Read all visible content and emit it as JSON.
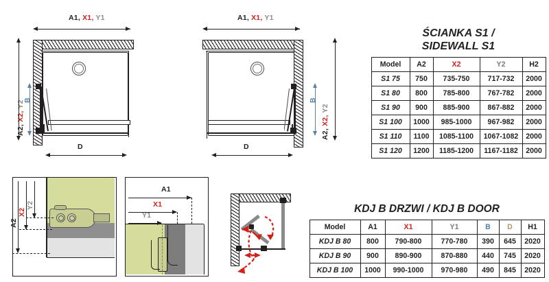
{
  "drawings": {
    "top_left": {
      "name": "plan-view-left-hinge",
      "top_dim": [
        {
          "text": "A1,",
          "color": "dark"
        },
        {
          "text": "X1,",
          "color": "red"
        },
        {
          "text": "Y1",
          "color": "gray"
        }
      ],
      "left_dim": [
        {
          "text": "A2,",
          "color": "dark"
        },
        {
          "text": "X2,",
          "color": "red"
        },
        {
          "text": "Y2",
          "color": "gray"
        }
      ],
      "inner_dim": "B",
      "bottom_dim": "D"
    },
    "top_right": {
      "name": "plan-view-right-hinge",
      "top_dim": [
        {
          "text": "A1,",
          "color": "dark"
        },
        {
          "text": "X1,",
          "color": "red"
        },
        {
          "text": "Y1",
          "color": "gray"
        }
      ],
      "right_dim": [
        {
          "text": "A2,",
          "color": "dark"
        },
        {
          "text": "X2,",
          "color": "red"
        },
        {
          "text": "Y2",
          "color": "gray"
        }
      ],
      "inner_dim": "B",
      "bottom_dim": "D"
    },
    "detail_hinge": {
      "name": "hinge-detail-sidewall",
      "labels": [
        {
          "text": "A2",
          "color": "dark"
        },
        {
          "text": "X2",
          "color": "red"
        },
        {
          "text": "Y2",
          "color": "gray"
        }
      ]
    },
    "detail_profile": {
      "name": "profile-detail-door",
      "labels": [
        {
          "text": "A1",
          "color": "dark"
        },
        {
          "text": "X1",
          "color": "red"
        },
        {
          "text": "Y1",
          "color": "gray"
        }
      ]
    },
    "detail_swing": {
      "name": "door-swing-diagram"
    }
  },
  "tables": [
    {
      "id": "sidewall-s1",
      "title_line1": "ŚCIANKA S1 /",
      "title_line2": "SIDEWALL S1",
      "columns": [
        {
          "label": "Model",
          "color": "dark"
        },
        {
          "label": "A2",
          "color": "dark"
        },
        {
          "label": "X2",
          "color": "red"
        },
        {
          "label": "Y2",
          "color": "gray"
        },
        {
          "label": "H2",
          "color": "dark"
        }
      ],
      "rows": [
        [
          "S1 75",
          "750",
          "735-750",
          "717-732",
          "2000"
        ],
        [
          "S1 80",
          "800",
          "785-800",
          "767-782",
          "2000"
        ],
        [
          "S1 90",
          "900",
          "885-900",
          "867-882",
          "2000"
        ],
        [
          "S1 100",
          "1000",
          "985-1000",
          "967-982",
          "2000"
        ],
        [
          "S1 110",
          "1100",
          "1085-1100",
          "1067-1082",
          "2000"
        ],
        [
          "S1 120",
          "1200",
          "1185-1200",
          "1167-1182",
          "2000"
        ]
      ]
    },
    {
      "id": "kdj-b-door",
      "title_line1": "KDJ B DRZWI / KDJ B DOOR",
      "title_line2": "",
      "columns": [
        {
          "label": "Model",
          "color": "dark"
        },
        {
          "label": "A1",
          "color": "dark"
        },
        {
          "label": "X1",
          "color": "red"
        },
        {
          "label": "Y1",
          "color": "gray"
        },
        {
          "label": "B",
          "color": "blue"
        },
        {
          "label": "D",
          "color": "tan"
        },
        {
          "label": "H1",
          "color": "dark"
        }
      ],
      "rows": [
        [
          "KDJ B 80",
          "800",
          "790-800",
          "770-780",
          "390",
          "645",
          "2020"
        ],
        [
          "KDJ B 90",
          "900",
          "890-900",
          "870-880",
          "440",
          "745",
          "2020"
        ],
        [
          "KDJ B 100",
          "1000",
          "990-1000",
          "970-980",
          "490",
          "845",
          "2020"
        ]
      ]
    }
  ],
  "colors": {
    "ink": "#231f20",
    "red": "#d32119",
    "gray": "#8c8c8c",
    "blue": "#5b7fa6",
    "tan": "#b09070",
    "glass_green": "#d6dc9b"
  }
}
